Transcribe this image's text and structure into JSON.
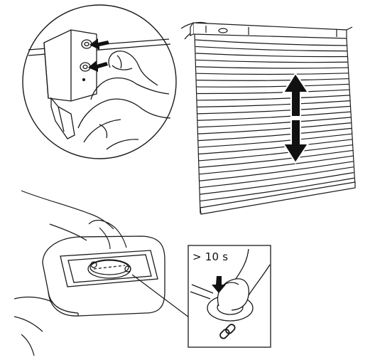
{
  "instruction": {
    "hold_duration": "> 10 s"
  },
  "icons": {
    "zoom_detail": "blind-motor-buttons-detail",
    "blind": "pleated-cellular-blind",
    "direction": "up-down-arrow-icon",
    "remote": "remote-control-battery-compartment",
    "press": "press-down-arrow-icon",
    "pair": "link-chain-icon"
  },
  "colors": {
    "line": "#1a1a1a",
    "arrow": "#111111",
    "background": "#ffffff"
  }
}
